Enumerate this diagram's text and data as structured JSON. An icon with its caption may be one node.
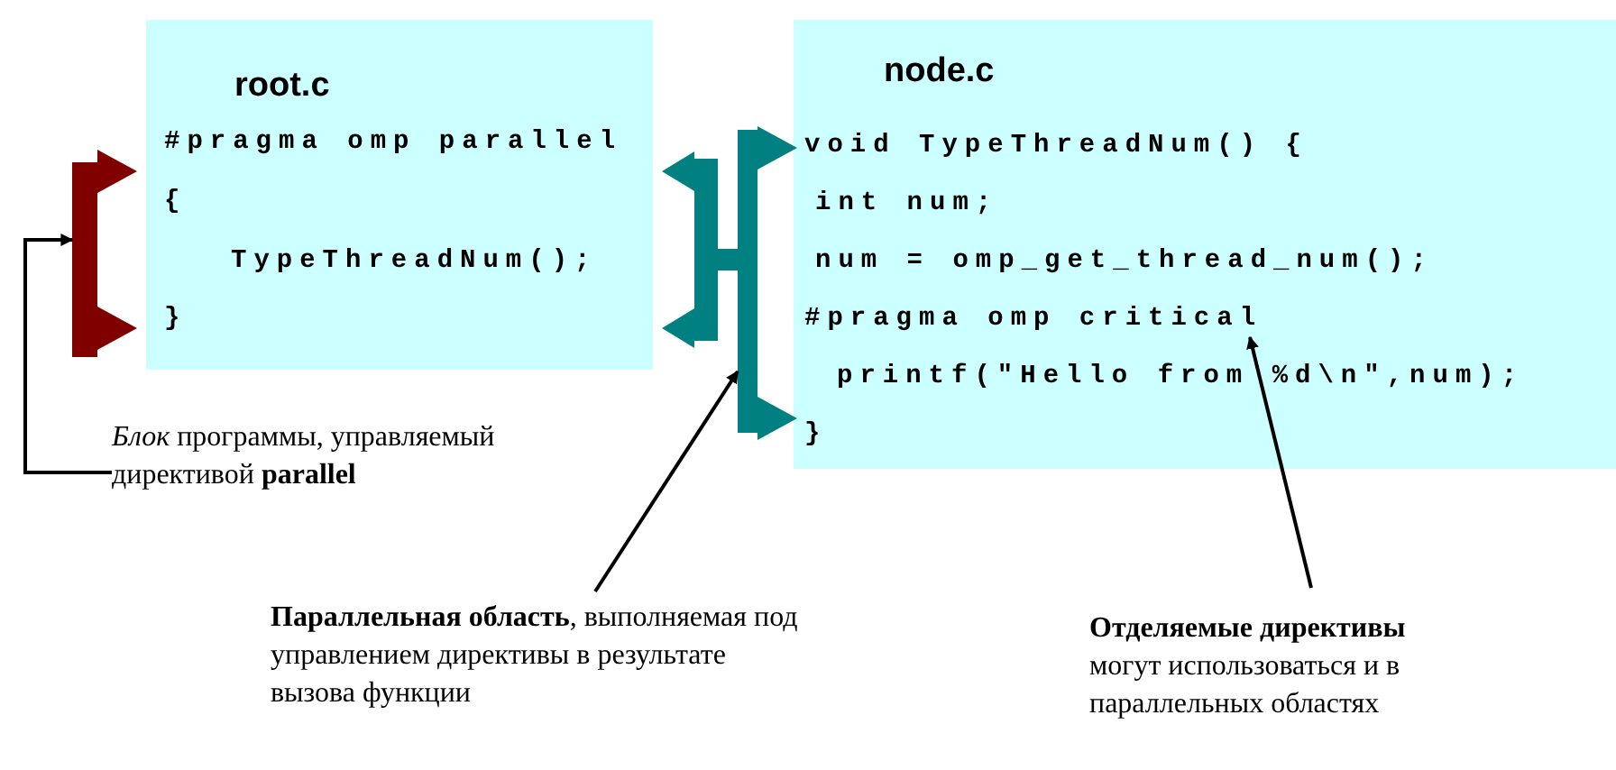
{
  "diagram": {
    "nodes": [
      {
        "text": [
          "root.c",
          "#pragma omp parallel",
          "{",
          "TypeThreadNum();",
          "}"
        ]
      },
      {
        "text": [
          "node.c",
          "void TypeThreadNum() {",
          "int num;",
          "num = omp_get_thread_num();",
          "#pragma omp critical",
          "printf(\"Hello from %d\\n\",num);",
          "}"
        ]
      },
      {
        "text": [],
        "shape": "bracket"
      },
      {
        "text": [],
        "shape": "bracket"
      },
      {
        "text": [
          "*Блок* программы, управляемый директивой **parallel**"
        ]
      },
      {
        "text": [
          "**Параллельная область**, выполняемая под управлением директивы в результате вызова функции"
        ]
      },
      {
        "text": [
          "**Отделяемые директивы** могут использоваться и в параллельных областях"
        ]
      }
    ],
    "edges": [
      {
        "from": 4,
        "to": 2,
        "arrow": "to"
      },
      {
        "from": 5,
        "to": 3,
        "arrow": "to"
      },
      {
        "from": 6,
        "to": 1,
        "arrow": "to"
      }
    ]
  }
}
